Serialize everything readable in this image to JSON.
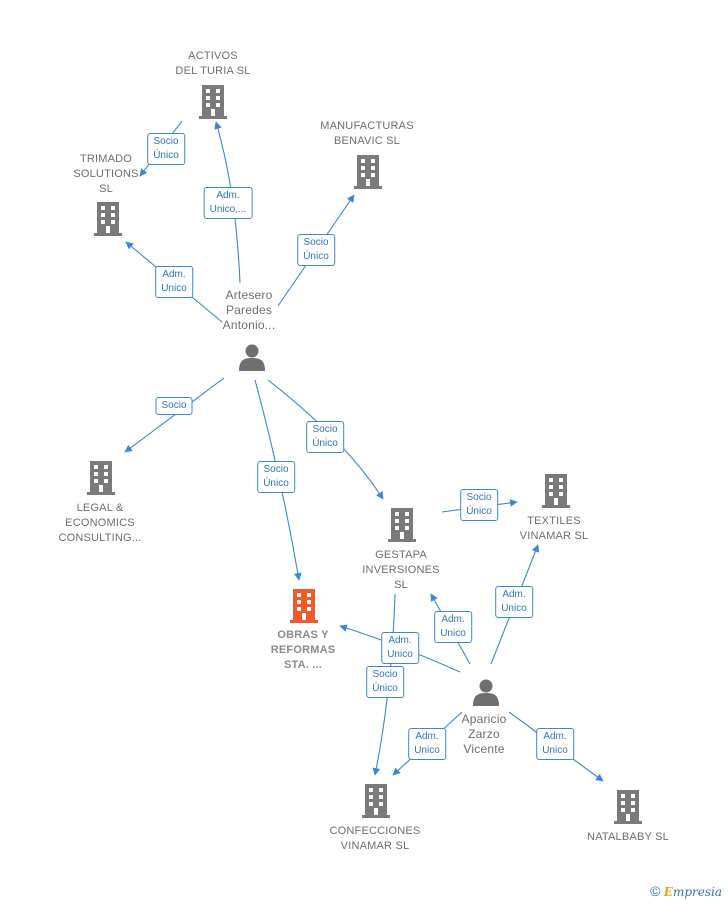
{
  "colors": {
    "edge": "#3c86d4",
    "building": "#7a7a7a",
    "focus_building": "#f05a28",
    "person": "#6f6f6f"
  },
  "nodes": {
    "activos": {
      "label": "ACTIVOS\nDEL TURIA  SL",
      "icon": "building-icon"
    },
    "manufacturas": {
      "label": "MANUFACTURAS\nBENAVIC  SL",
      "icon": "building-icon"
    },
    "trimado": {
      "label": "TRIMADO\nSOLUTIONS\nSL",
      "icon": "building-icon"
    },
    "artesero": {
      "label": "Artesero\nParedes\nAntonio...",
      "icon": "person-icon"
    },
    "legal": {
      "label": "LEGAL &\nECONOMICS\nCONSULTING...",
      "icon": "building-icon"
    },
    "gestapa": {
      "label": "GESTAPA\nINVERSIONES\nSL",
      "icon": "building-icon"
    },
    "textiles": {
      "label": "TEXTILES\nVINAMAR  SL",
      "icon": "building-icon"
    },
    "obras": {
      "label": "OBRAS Y\nREFORMAS\nSTA. ...",
      "icon": "building-icon"
    },
    "aparicio": {
      "label": "Aparicio\nZarzo\nVicente",
      "icon": "person-icon"
    },
    "confecciones": {
      "label": "CONFECCIONES\nVINAMAR  SL",
      "icon": "building-icon"
    },
    "natalbaby": {
      "label": "NATALBABY SL",
      "icon": "building-icon"
    }
  },
  "edge_labels": {
    "activos_trimado": "Socio\nÚnico",
    "artesero_activos": "Adm.\nUnico,...",
    "artesero_manufacturas": "Socio\nÚnico",
    "artesero_trimado": "Adm.\nUnico",
    "artesero_legal": "Socio",
    "artesero_gestapa": "Socio\nÚnico",
    "artesero_obras": "Socio\nÚnico",
    "gestapa_textiles": "Socio\nÚnico",
    "aparicio_textiles": "Adm.\nUnico",
    "aparicio_gestapa": "Adm.\nUnico",
    "aparicio_obras": "Adm.\nUnico",
    "gestapa_confecciones": "Socio\nÚnico",
    "aparicio_confecciones": "Adm.\nUnico",
    "aparicio_natalbaby": "Adm.\nUnico"
  },
  "brand": {
    "copyright": "©",
    "first_letter": "E",
    "rest": "mpresia"
  }
}
